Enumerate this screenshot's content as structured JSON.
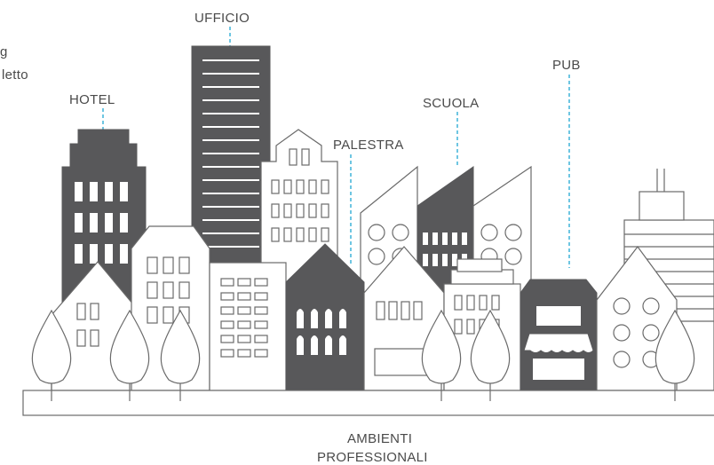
{
  "labels": {
    "left_partial_line1": "g",
    "left_partial_line2": "letto",
    "hotel": "HOTEL",
    "ufficio": "UFFICIO",
    "palestra": "PALESTRA",
    "scuola": "SCUOLA",
    "pub": "PUB",
    "footer_line1": "AMBIENTI",
    "footer_line2": "PROFESSIONALI"
  },
  "colors": {
    "dark_building": "#58585a",
    "line": "#6a6a6a",
    "leader": "#3fb3d8"
  }
}
